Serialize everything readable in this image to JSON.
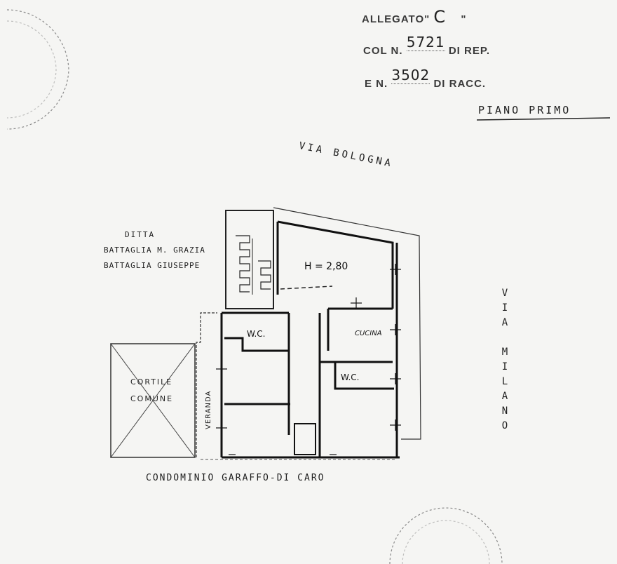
{
  "header": {
    "allegato_prefix": "ALLEGATO\"",
    "allegato_letter": "C",
    "allegato_suffix": "\"",
    "col_prefix": "COL N.",
    "rep_number": "5721",
    "rep_suffix": "DI REP.",
    "e_prefix": "E N.",
    "racc_number": "3502",
    "racc_suffix": "DI RACC."
  },
  "floor_title": "PIANO PRIMO",
  "streets": {
    "north": "VIA BOLOGNA",
    "east": "VIA MILANO",
    "south": "CONDOMINIO GARAFFO-DI CARO"
  },
  "owner": {
    "heading": "DITTA",
    "line1": "BATTAGLIA M. GRAZIA",
    "line2": "BATTAGLIA GIUSEPPE"
  },
  "rooms": {
    "height_label": "H = 2,80",
    "wc1": "W.C.",
    "wc2": "W.C.",
    "cucina": "CUCINA",
    "cortile_line1": "CORTILE",
    "cortile_line2": "COMUNE",
    "veranda": "VERANDA"
  }
}
